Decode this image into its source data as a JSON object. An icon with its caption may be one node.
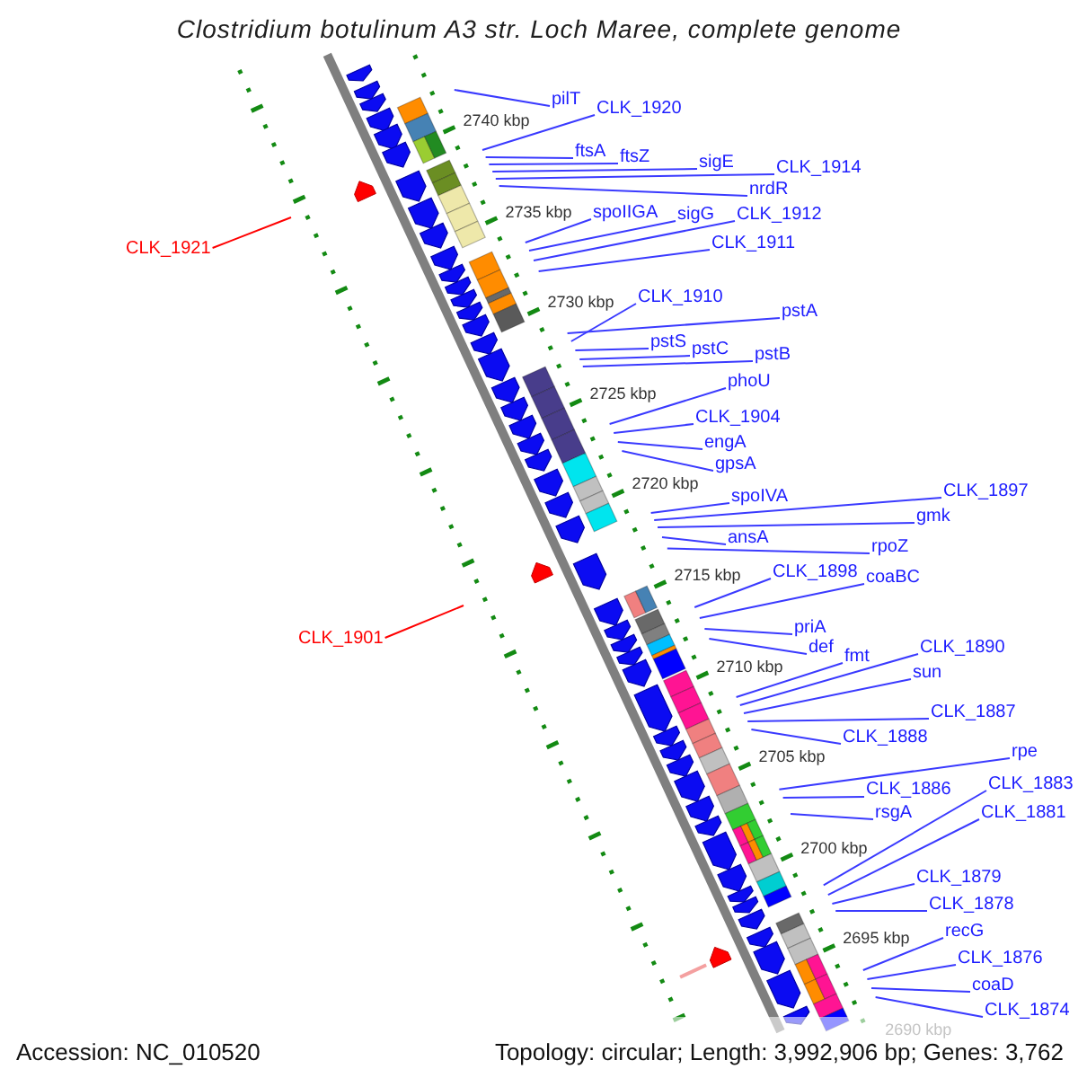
{
  "diagram": {
    "title": "Clostridium botulinum A3 str. Loch Maree, complete genome",
    "nodes": [
      {
        "text": [
          "pilT"
        ]
      },
      {
        "text": [
          "CLK_1920"
        ]
      },
      {
        "text": [
          "ftsA"
        ]
      },
      {
        "text": [
          "sigE"
        ]
      },
      {
        "text": [
          "CLK_1914"
        ]
      },
      {
        "text": [
          "ftsZ"
        ]
      },
      {
        "text": [
          "nrdR"
        ]
      },
      {
        "text": [
          "spoIIGA"
        ]
      },
      {
        "text": [
          "sigG"
        ]
      },
      {
        "text": [
          "CLK_1912"
        ]
      },
      {
        "text": [
          "CLK_1911"
        ]
      },
      {
        "text": [
          "CLK_1921"
        ]
      },
      {
        "text": [
          "CLK_1910"
        ]
      },
      {
        "text": [
          "pstA"
        ]
      },
      {
        "text": [
          "pstS"
        ]
      },
      {
        "text": [
          "pstC"
        ]
      },
      {
        "text": [
          "pstB"
        ]
      },
      {
        "text": [
          "phoU"
        ]
      },
      {
        "text": [
          "CLK_1904"
        ]
      },
      {
        "text": [
          "engA"
        ]
      },
      {
        "text": [
          "gpsA"
        ]
      },
      {
        "text": [
          "CLK_1897"
        ]
      },
      {
        "text": [
          "spoIVA"
        ]
      },
      {
        "text": [
          "gmk"
        ]
      },
      {
        "text": [
          "ansA"
        ]
      },
      {
        "text": [
          "rpoZ"
        ]
      },
      {
        "text": [
          "CLK_1898"
        ]
      },
      {
        "text": [
          "coaBC"
        ]
      },
      {
        "text": [
          "priA"
        ]
      },
      {
        "text": [
          "CLK_1901"
        ]
      },
      {
        "text": [
          "def"
        ]
      },
      {
        "text": [
          "CLK_1890"
        ]
      },
      {
        "text": [
          "fmt"
        ]
      },
      {
        "text": [
          "sun"
        ]
      },
      {
        "text": [
          "CLK_1887"
        ]
      },
      {
        "text": [
          "CLK_1888"
        ]
      },
      {
        "text": [
          "rpe"
        ]
      },
      {
        "text": [
          "CLK_1886"
        ]
      },
      {
        "text": [
          "CLK_1883"
        ]
      },
      {
        "text": [
          "rsgA"
        ]
      },
      {
        "text": [
          "CLK_1881"
        ]
      },
      {
        "text": [
          "CLK_1879"
        ]
      },
      {
        "text": [
          "CLK_1878"
        ]
      },
      {
        "text": [
          "recG"
        ]
      },
      {
        "text": [
          "CLK_1876"
        ]
      },
      {
        "text": [
          "coaD"
        ]
      },
      {
        "text": [
          "CLK_1874"
        ]
      }
    ],
    "edges": [
      {
        "from": 0,
        "to": null,
        "arrow": "none"
      },
      {
        "from": 1,
        "to": null,
        "arrow": "none"
      },
      {
        "from": 2,
        "to": null,
        "arrow": "none"
      },
      {
        "from": 3,
        "to": null,
        "arrow": "none"
      },
      {
        "from": 4,
        "to": null,
        "arrow": "none"
      },
      {
        "from": 5,
        "to": null,
        "arrow": "none"
      },
      {
        "from": 6,
        "to": null,
        "arrow": "none"
      },
      {
        "from": 7,
        "to": null,
        "arrow": "none"
      },
      {
        "from": 8,
        "to": null,
        "arrow": "none"
      },
      {
        "from": 9,
        "to": null,
        "arrow": "none"
      },
      {
        "from": 10,
        "to": null,
        "arrow": "none"
      },
      {
        "from": 11,
        "to": null,
        "arrow": "none",
        "color": "#ff0000"
      },
      {
        "from": 12,
        "to": null,
        "arrow": "none"
      },
      {
        "from": 13,
        "to": null,
        "arrow": "none"
      },
      {
        "from": 14,
        "to": null,
        "arrow": "none"
      },
      {
        "from": 15,
        "to": null,
        "arrow": "none"
      },
      {
        "from": 16,
        "to": null,
        "arrow": "none"
      },
      {
        "from": 17,
        "to": null,
        "arrow": "none"
      },
      {
        "from": 18,
        "to": null,
        "arrow": "none"
      },
      {
        "from": 19,
        "to": null,
        "arrow": "none"
      },
      {
        "from": 20,
        "to": null,
        "arrow": "none"
      },
      {
        "from": 21,
        "to": null,
        "arrow": "none"
      },
      {
        "from": 22,
        "to": null,
        "arrow": "none"
      },
      {
        "from": 23,
        "to": null,
        "arrow": "none"
      },
      {
        "from": 24,
        "to": null,
        "arrow": "none"
      },
      {
        "from": 25,
        "to": null,
        "arrow": "none"
      },
      {
        "from": 26,
        "to": null,
        "arrow": "none"
      },
      {
        "from": 27,
        "to": null,
        "arrow": "none"
      },
      {
        "from": 28,
        "to": null,
        "arrow": "none"
      },
      {
        "from": 29,
        "to": null,
        "arrow": "none",
        "color": "#ff0000"
      },
      {
        "from": 30,
        "to": null,
        "arrow": "none"
      },
      {
        "from": 31,
        "to": null,
        "arrow": "none"
      },
      {
        "from": 32,
        "to": null,
        "arrow": "none"
      },
      {
        "from": 33,
        "to": null,
        "arrow": "none"
      },
      {
        "from": 34,
        "to": null,
        "arrow": "none"
      },
      {
        "from": 35,
        "to": null,
        "arrow": "none"
      },
      {
        "from": 36,
        "to": null,
        "arrow": "none"
      },
      {
        "from": 37,
        "to": null,
        "arrow": "none"
      },
      {
        "from": 38,
        "to": null,
        "arrow": "none"
      },
      {
        "from": 39,
        "to": null,
        "arrow": "none"
      },
      {
        "from": 40,
        "to": null,
        "arrow": "none"
      },
      {
        "from": 41,
        "to": null,
        "arrow": "none"
      },
      {
        "from": 42,
        "to": null,
        "arrow": "none"
      },
      {
        "from": 43,
        "to": null,
        "arrow": "none"
      },
      {
        "from": 44,
        "to": null,
        "arrow": "none"
      },
      {
        "from": 45,
        "to": null,
        "arrow": "none"
      },
      {
        "from": 46,
        "to": null,
        "arrow": "none"
      }
    ],
    "labels": [
      "2740 kbp",
      "2735 kbp",
      "2730 kbp",
      "2725 kbp",
      "2720 kbp",
      "2715 kbp",
      "2710 kbp",
      "2705 kbp",
      "2700 kbp",
      "2695 kbp",
      "2690 kbp",
      "Accession: NC_010520",
      "Topology: circular; Length: 3,992,906 bp; Genes: 3,762"
    ]
  }
}
